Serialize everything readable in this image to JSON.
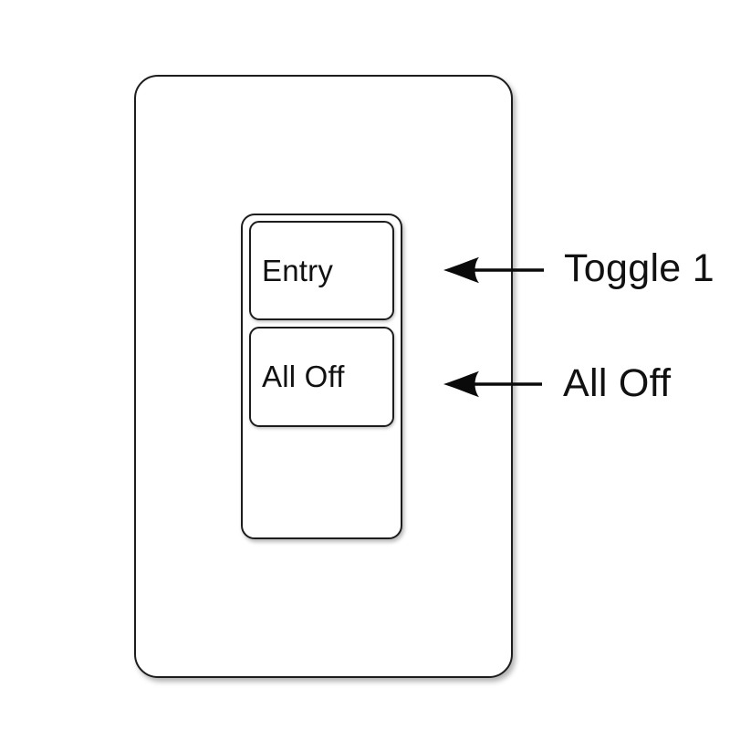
{
  "keypad": {
    "buttons": [
      {
        "label": "Entry"
      },
      {
        "label": "All Off"
      }
    ]
  },
  "callouts": [
    {
      "label": "Toggle 1"
    },
    {
      "label": "All Off"
    }
  ],
  "colors": {
    "background": "#ffffff",
    "outline": "#1d1d1d",
    "text": "#111111",
    "arrow": "#0a0a0a"
  }
}
